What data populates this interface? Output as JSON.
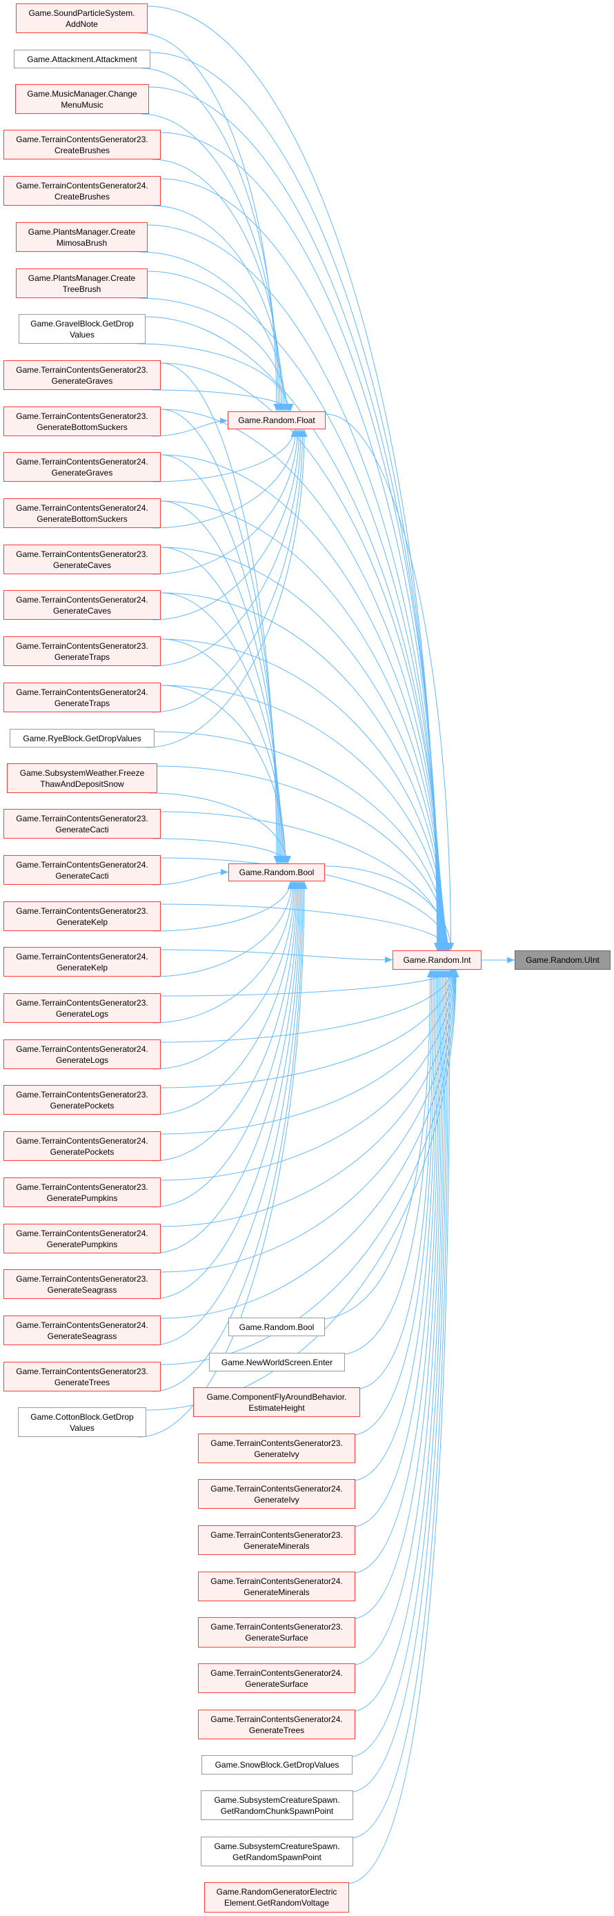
{
  "graph": {
    "edge_color": "#63b8ff",
    "left": [
      "Game.SoundParticleSystem.\nAddNote",
      "Game.Attackment.Attackment",
      "Game.MusicManager.Change\nMenuMusic",
      "Game.TerrainContentsGenerator23.\nCreateBrushes",
      "Game.TerrainContentsGenerator24.\nCreateBrushes",
      "Game.PlantsManager.Create\nMimosaBrush",
      "Game.PlantsManager.Create\nTreeBrush",
      "Game.GravelBlock.GetDrop\nValues",
      "Game.TerrainContentsGenerator23.\nGenerateGraves",
      "Game.TerrainContentsGenerator23.\nGenerateBottomSuckers",
      "Game.TerrainContentsGenerator24.\nGenerateGraves",
      "Game.TerrainContentsGenerator24.\nGenerateBottomSuckers",
      "Game.TerrainContentsGenerator23.\nGenerateCaves",
      "Game.TerrainContentsGenerator24.\nGenerateCaves",
      "Game.TerrainContentsGenerator23.\nGenerateTraps",
      "Game.TerrainContentsGenerator24.\nGenerateTraps",
      "Game.RyeBlock.GetDropValues",
      "Game.SubsystemWeather.Freeze\nThawAndDepositSnow",
      "Game.TerrainContentsGenerator23.\nGenerateCacti",
      "Game.TerrainContentsGenerator24.\nGenerateCacti",
      "Game.TerrainContentsGenerator23.\nGenerateKelp",
      "Game.TerrainContentsGenerator24.\nGenerateKelp",
      "Game.TerrainContentsGenerator23.\nGenerateLogs",
      "Game.TerrainContentsGenerator24.\nGenerateLogs",
      "Game.TerrainContentsGenerator23.\nGeneratePockets",
      "Game.TerrainContentsGenerator24.\nGeneratePockets",
      "Game.TerrainContentsGenerator23.\nGeneratePumpkins",
      "Game.TerrainContentsGenerator24.\nGeneratePumpkins",
      "Game.TerrainContentsGenerator23.\nGenerateSeagrass",
      "Game.TerrainContentsGenerator24.\nGenerateSeagrass",
      "Game.TerrainContentsGenerator23.\nGenerateTrees",
      "Game.CottonBlock.GetDrop\nValues"
    ],
    "float": "Game.Random.Float",
    "bool": "Game.Random.Bool",
    "mid": [
      "Game.Random.Bool",
      "Game.NewWorldScreen.Enter",
      "Game.ComponentFlyAroundBehavior.\nEstimateHeight",
      "Game.TerrainContentsGenerator23.\nGenerateIvy",
      "Game.TerrainContentsGenerator24.\nGenerateIvy",
      "Game.TerrainContentsGenerator23.\nGenerateMinerals",
      "Game.TerrainContentsGenerator24.\nGenerateMinerals",
      "Game.TerrainContentsGenerator23.\nGenerateSurface",
      "Game.TerrainContentsGenerator24.\nGenerateSurface",
      "Game.TerrainContentsGenerator24.\nGenerateTrees",
      "Game.SnowBlock.GetDropValues",
      "Game.SubsystemCreatureSpawn.\nGetRandomChunkSpawnPoint",
      "Game.SubsystemCreatureSpawn.\nGetRandomSpawnPoint",
      "Game.RandomGeneratorElectric\nElement.GetRandomVoltage"
    ],
    "int": "Game.Random.Int",
    "uint": "Game.Random.UInt"
  }
}
